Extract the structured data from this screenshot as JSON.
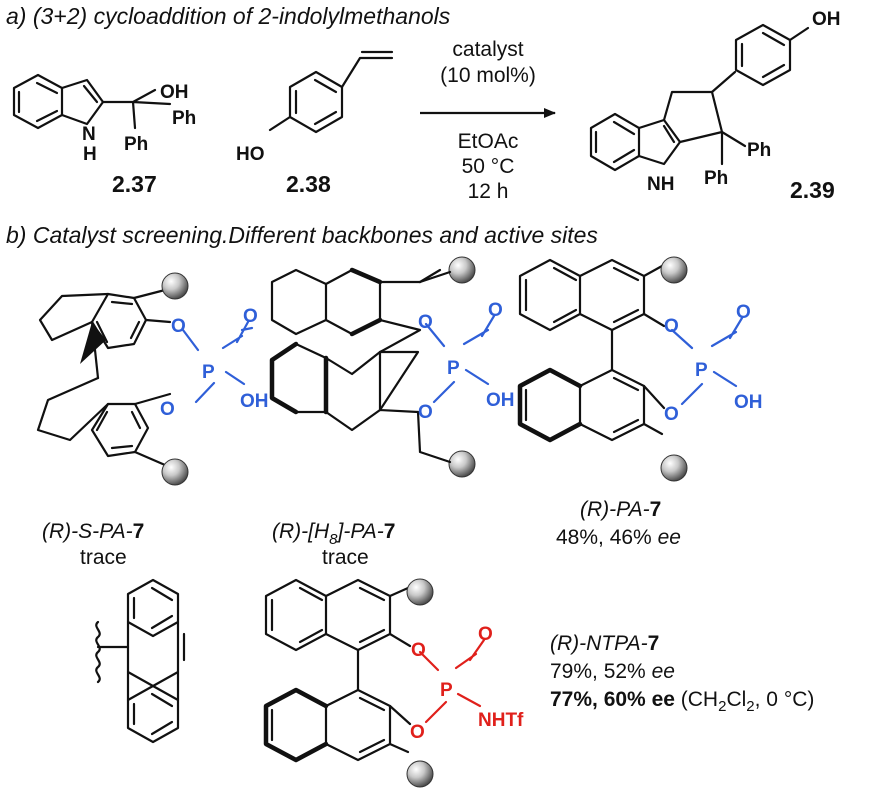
{
  "section_a": {
    "title": "a) (3+2) cycloaddition of 2-indolylmethanols"
  },
  "section_b": {
    "title": "b) Catalyst screening.Different backbones and active sites"
  },
  "conditions": {
    "line1": "catalyst",
    "line2": "(10 mol%)",
    "line3": "EtOAc",
    "line4": "50 °C",
    "line5": "12 h"
  },
  "compounds": {
    "c237": "2.37",
    "c238": "2.38",
    "c239": "2.39"
  },
  "atoms": {
    "oh": "OH",
    "ho": "HO",
    "ph": "Ph",
    "nh": "NH",
    "n": "N",
    "h": "H",
    "o": "O",
    "p": "P",
    "nhtf": "NHTf"
  },
  "catalysts": [
    {
      "name_prefix": "(R)-S-PA-",
      "name_num": "7",
      "result": "trace"
    },
    {
      "name_prefix": "(R)-[H",
      "name_sub": "8",
      "name_mid": "]-PA-",
      "name_num": "7",
      "result": "trace"
    },
    {
      "name_prefix": "(R)-PA-",
      "name_num": "7",
      "result_main": "48%, 46% ",
      "result_ee": "ee"
    },
    {
      "name_prefix": "(R)-NTPA-",
      "name_num": "7",
      "result_main": "79%, 52% ",
      "result_ee": "ee",
      "result2_bold": "77%, 60% ee",
      "result2_open": " (CH",
      "result2_sub1": "2",
      "result2_cl": "Cl",
      "result2_sub2": "2",
      "result2_close": ", 0 °C)"
    }
  ],
  "colors": {
    "acid_site": "#2f5fd8",
    "ntpa_site": "#e0201b",
    "bond": "#111111"
  },
  "icons": {
    "substituent": "grey-sphere",
    "attachment": "wavy-bond"
  }
}
